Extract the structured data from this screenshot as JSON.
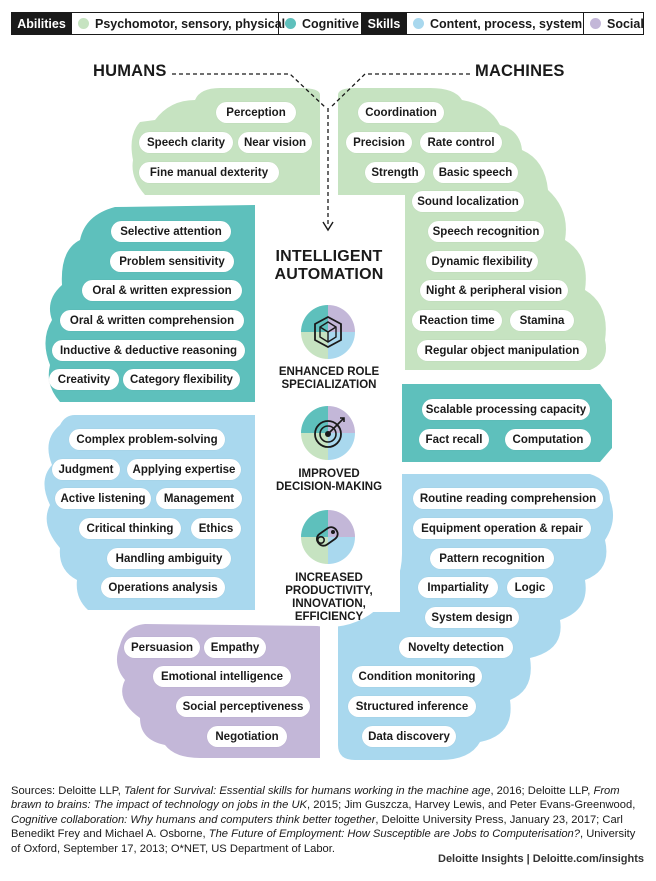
{
  "legend": {
    "abilities_label": "Abilities",
    "skills_label": "Skills",
    "items": [
      {
        "label": "Psychomotor, sensory, physical",
        "color": "#c6e3c1"
      },
      {
        "label": "Cognitive",
        "color": "#5ec0bc"
      },
      {
        "label": "Content, process, system",
        "color": "#a9d8ee"
      },
      {
        "label": "Social",
        "color": "#c3b7d8"
      }
    ]
  },
  "titles": {
    "humans": "HUMANS",
    "machines": "MACHINES"
  },
  "center": {
    "title_line1": "INTELLIGENT",
    "title_line2": "AUTOMATION",
    "benefits": [
      {
        "line1": "ENHANCED ROLE",
        "line2": "SPECIALIZATION",
        "line3": ""
      },
      {
        "line1": "IMPROVED",
        "line2": "DECISION-MAKING",
        "line3": ""
      },
      {
        "line1": "INCREASED",
        "line2": "PRODUCTIVITY,",
        "line3": "INNOVATION,",
        "line4": "EFFICIENCY"
      }
    ],
    "icons": [
      "cube-icon",
      "target-icon",
      "gear-icon"
    ]
  },
  "humans": {
    "psychomotor": [
      "Perception",
      "Speech clarity",
      "Near vision",
      "Fine manual dexterity"
    ],
    "cognitive": [
      "Selective attention",
      "Problem sensitivity",
      "Oral & written expression",
      "Oral & written comprehension",
      "Inductive & deductive reasoning",
      "Creativity",
      "Category flexibility"
    ],
    "content": [
      "Complex problem-solving",
      "Judgment",
      "Applying expertise",
      "Active listening",
      "Management",
      "Critical thinking",
      "Ethics",
      "Handling ambiguity",
      "Operations analysis"
    ],
    "social": [
      "Persuasion",
      "Empathy",
      "Emotional intelligence",
      "Social perceptiveness",
      "Negotiation"
    ]
  },
  "machines": {
    "psychomotor": [
      "Coordination",
      "Precision",
      "Rate control",
      "Strength",
      "Basic speech",
      "Sound localization",
      "Speech recognition",
      "Dynamic flexibility",
      "Night & peripheral vision",
      "Reaction time",
      "Stamina",
      "Regular object manipulation"
    ],
    "cognitive": [
      "Scalable processing capacity",
      "Fact recall",
      "Computation"
    ],
    "content": [
      "Routine reading comprehension",
      "Equipment operation & repair",
      "Pattern recognition",
      "Impartiality",
      "Logic",
      "System design",
      "Novelty detection",
      "Condition monitoring",
      "Structured inference",
      "Data discovery"
    ]
  },
  "sources": {
    "s1": "Sources: Deloitte LLP, ",
    "s1i": "Talent for Survival: Essential skills for humans working in the machine age",
    "s2": ", 2016; Deloitte LLP, ",
    "s2i": "From brawn to brains: The impact of technology on jobs in the UK",
    "s3": ", 2015; Jim Guszcza, Harvey Lewis, and Peter Evans-Greenwood, ",
    "s3i": "Cognitive collaboration: Why humans and computers think better together",
    "s4": ", Deloitte University Press, January 23, 2017; Carl Benedikt Frey and Michael A. Osborne, ",
    "s4i": "The Future of Employment: How Susceptible are Jobs to Computerisation?",
    "s5": ", University of Oxford, September 17, 2013; O*NET, US Department of Labor."
  },
  "footer": "Deloitte Insights | Deloitte.com/insights"
}
